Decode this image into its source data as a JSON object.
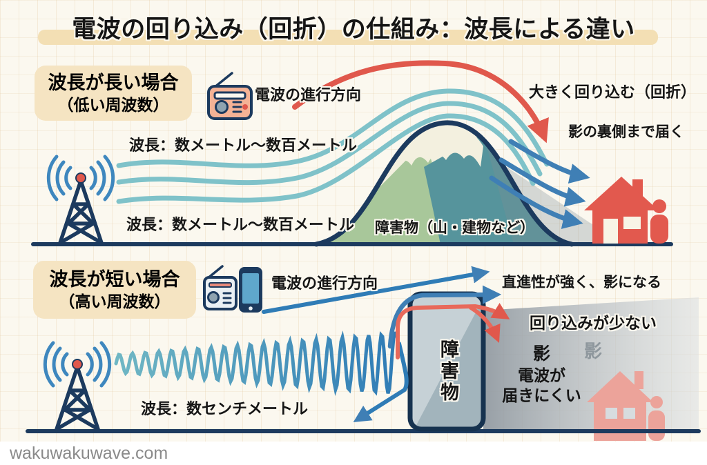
{
  "title": "電波の回り込み（回折）の仕組み：波長による違い",
  "colors": {
    "background": "#FBF8EF",
    "accent_red": "#E0584C",
    "wave_teal": "#7FC2C9",
    "arrow_blue": "#3F7FB5",
    "navy_outline": "#1C3A5E",
    "label_tan": "#F5E4C2",
    "title_highlight": "#F3DFB4",
    "shadow_gray": "#9AA3AA"
  },
  "top_section": {
    "case_label_line1": "波長が長い場合",
    "case_label_line2": "（低い周波数）",
    "direction_label": "電波の進行方向",
    "wavelength_label_upper": "波長：数メートル〜数百メートル",
    "wavelength_label_lower": "波長：数メートル〜数百メートル",
    "diffraction_label": "大きく回り込む（回折）",
    "reach_label": "影の裏側まで届く",
    "obstacle_label": "障害物（山・建物など）",
    "icons": [
      "radio-icon",
      "broadcast-tower-icon",
      "mountain-icon",
      "house-icon",
      "person-icon"
    ]
  },
  "bottom_section": {
    "case_label_line1": "波長が短い場合",
    "case_label_line2": "（高い周波数）",
    "direction_label": "電波の進行方向",
    "straight_label": "直進性が強く、影になる",
    "little_diffraction_label": "回り込みが少ない",
    "wavelength_label": "波長：数センチメートル",
    "obstacle_label": "障害物",
    "shadow_area_label": "影",
    "shadow_text_line1": "影",
    "shadow_text_line2": "電波が",
    "shadow_text_line3": "届きにくい",
    "icons": [
      "radio-icon",
      "smartphone-icon",
      "broadcast-tower-icon",
      "house-icon",
      "person-icon"
    ]
  },
  "footer": {
    "site": "wakuwakuwave.com"
  }
}
